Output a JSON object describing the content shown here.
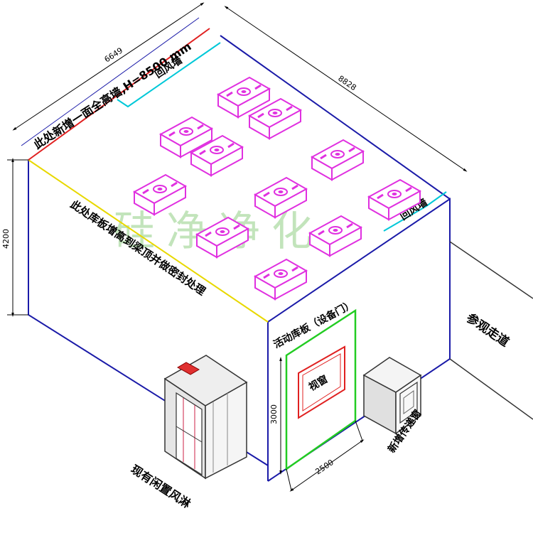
{
  "dimensions": {
    "width_label": "6649",
    "length_label": "8828",
    "height_label": "4200",
    "door_height_label": "3000",
    "door_width_label": "2500"
  },
  "annotations": {
    "new_wall": "此处新增一面全高墙,H=8500 mm",
    "return_wall_top": "回风墙",
    "return_wall_right": "回风墙",
    "panel_note": "此处库板增高到梁顶并做密封处理",
    "movable_panel": "活动库板（设备门）",
    "viewing_window": "视窗",
    "visit_corridor": "参观走道",
    "pass_box": "新增传递窗",
    "air_shower": "现有闲置风淋",
    "watermark": "硅净净化"
  },
  "colors": {
    "outline": "#1a1aa8",
    "red_wall": "#e02020",
    "yellow_edge": "#e8d800",
    "cyan_wall": "#00c8d8",
    "green_door": "#22cc22",
    "ffu": "#e030e0",
    "watermark": "#b8e0b0"
  }
}
